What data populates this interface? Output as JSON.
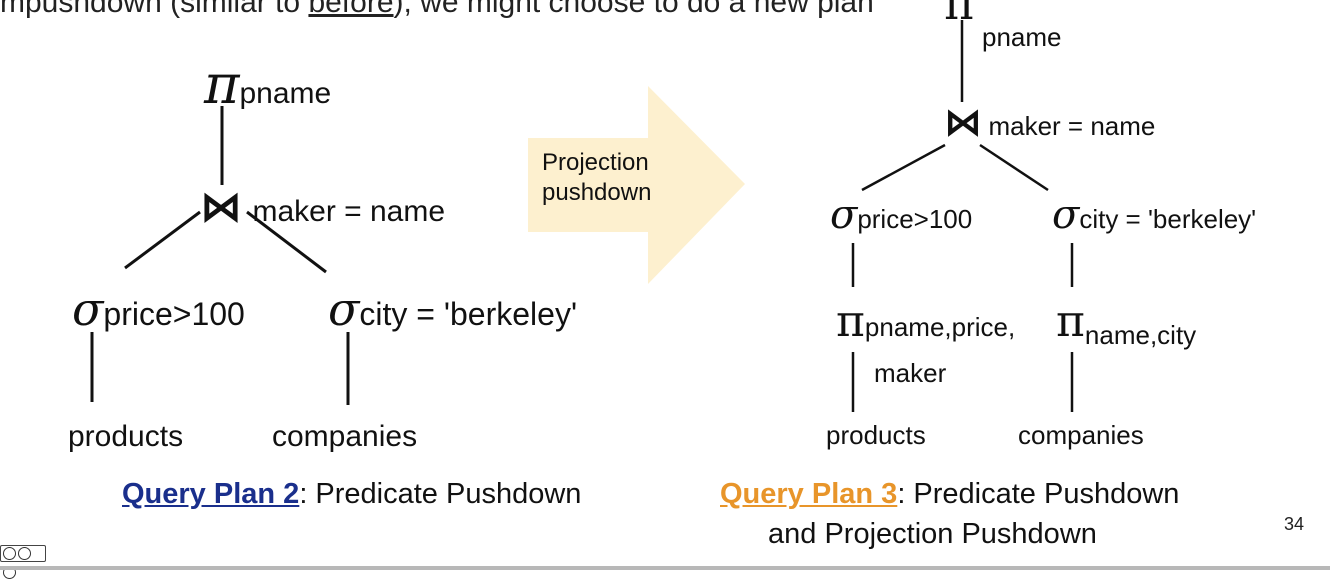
{
  "header": {
    "partial_text_1": "mpushdown (similar to ",
    "partial_text_underlined": "before",
    "partial_text_2": "), we might choose to do a new plan"
  },
  "plan2": {
    "root_symbol": "π",
    "root_sub": "pname",
    "join_symbol": "⋈",
    "join_cond": "maker = name",
    "left_select_symbol": "σ",
    "left_select_sub": "price>100",
    "right_select_symbol": "σ",
    "right_select_sub": "city = 'berkeley'",
    "left_leaf": "products",
    "right_leaf": "companies"
  },
  "arrow": {
    "label_line1": "Projection",
    "label_line2": "pushdown",
    "color": "#fdf0cf"
  },
  "plan3": {
    "root_symbol": "π",
    "root_sub": "pname",
    "join_symbol": "⋈",
    "join_cond": "maker = name",
    "left_select_symbol": "σ",
    "left_select_sub": "price>100",
    "right_select_symbol": "σ",
    "right_select_sub": "city = 'berkeley'",
    "left_proj_symbol": "π",
    "left_proj_sub_line1": "pname,price,",
    "left_proj_sub_line2": "maker",
    "right_proj_symbol": "π",
    "right_proj_sub": "name,city",
    "left_leaf": "products",
    "right_leaf": "companies"
  },
  "captions": {
    "plan2_link": "Query Plan 2",
    "plan2_rest": ": Predicate Pushdown",
    "plan3_link": "Query Plan 3",
    "plan3_rest_line1": ": Predicate Pushdown",
    "plan3_rest_line2": "and Projection Pushdown"
  },
  "page_number": "34",
  "colors": {
    "plan2_link": "#1a2f8c",
    "plan3_link": "#e8952a"
  }
}
